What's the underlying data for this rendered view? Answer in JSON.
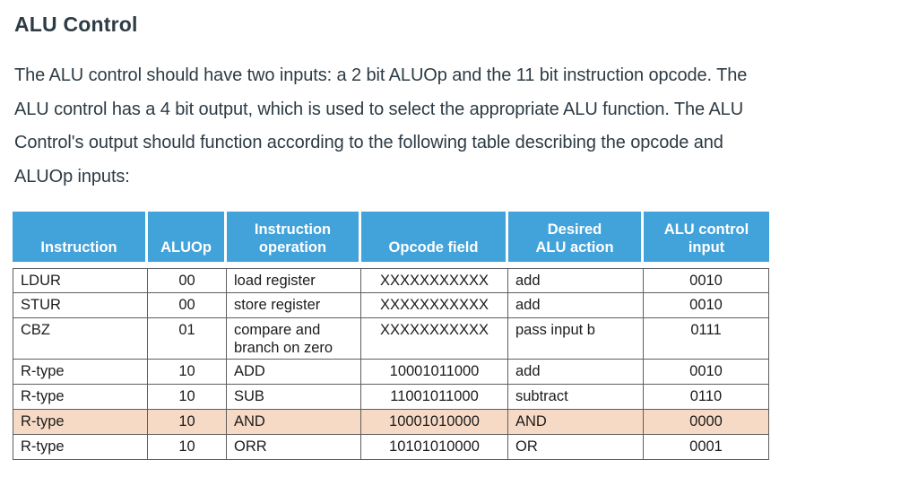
{
  "content": {
    "heading": "ALU Control",
    "paragraph_lines": [
      "The ALU control should have two inputs: a 2 bit ALUOp and the 11 bit instruction opcode. The",
      "ALU control has a 4 bit output, which is used to select the appropriate ALU function. The ALU",
      "Control's output should function according to the following table describing the opcode and",
      "ALUOp inputs:"
    ]
  },
  "table": {
    "headers": [
      "Instruction",
      "ALUOp",
      "Instruction\noperation",
      "Opcode field",
      "Desired\nALU action",
      "ALU control\ninput"
    ],
    "rows": [
      {
        "cells": [
          "LDUR",
          "00",
          "load register",
          "XXXXXXXXXXX",
          "add",
          "0010"
        ],
        "highlight": false
      },
      {
        "cells": [
          "STUR",
          "00",
          "store register",
          "XXXXXXXXXXX",
          "add",
          "0010"
        ],
        "highlight": false
      },
      {
        "cells": [
          "CBZ",
          "01",
          "compare and\nbranch on zero",
          "XXXXXXXXXXX",
          "pass input b",
          "0111"
        ],
        "highlight": false
      },
      {
        "cells": [
          "R-type",
          "10",
          "ADD",
          "10001011000",
          "add",
          "0010"
        ],
        "highlight": false
      },
      {
        "cells": [
          "R-type",
          "10",
          "SUB",
          "11001011000",
          "subtract",
          "0110"
        ],
        "highlight": false
      },
      {
        "cells": [
          "R-type",
          "10",
          "AND",
          "10001010000",
          "AND",
          "0000"
        ],
        "highlight": true
      },
      {
        "cells": [
          "R-type",
          "10",
          "ORR",
          "10101010000",
          "OR",
          "0001"
        ],
        "highlight": false
      }
    ]
  },
  "colors": {
    "header_bg": "#42A2DA",
    "header_text": "#FFFFFF",
    "highlight_bg": "#F7DAC5",
    "table_border": "#5E5E5E",
    "body_text": "#2D3B45",
    "table_text": "#1C1C1C"
  }
}
